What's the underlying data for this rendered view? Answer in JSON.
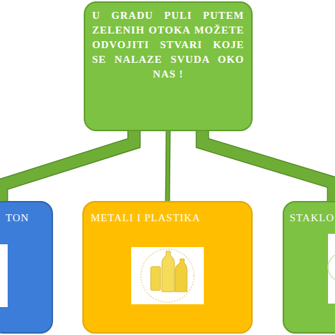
{
  "diagram": {
    "nodes": [
      {
        "text": [
          "U GRADU PULI PUTEM ZELENIH OTOKA MOŽETE ODVOJITI STVARI KOJE SE NALAZE SVUDA OKO NAS !"
        ]
      },
      {
        "text": [
          "TON"
        ]
      },
      {
        "text": [
          "METALI I PLASTIKA"
        ]
      },
      {
        "text": [
          "STAKLO"
        ]
      }
    ],
    "edges": [
      {
        "from": 0,
        "to": 1,
        "arrow": "none"
      },
      {
        "from": 0,
        "to": 2,
        "arrow": "none"
      },
      {
        "from": 0,
        "to": 3,
        "arrow": "none"
      }
    ]
  }
}
